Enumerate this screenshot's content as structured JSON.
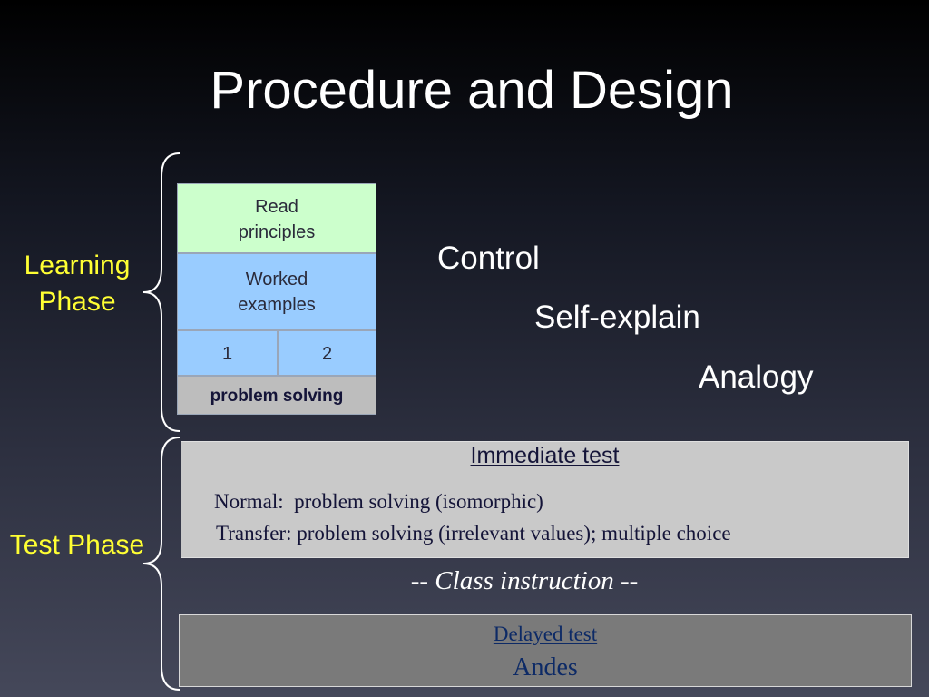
{
  "title": "Procedure and Design",
  "learning_phase": {
    "label": "Learning Phase",
    "read_principles": "Read principles",
    "worked_examples": "Worked examples",
    "group_1": "1",
    "group_2": "2",
    "problem_solving": "problem solving"
  },
  "conditions": {
    "control": "Control",
    "self_explain": "Self-explain",
    "analogy": "Analogy"
  },
  "test_phase": {
    "label": "Test Phase",
    "immediate_test": {
      "title": "Immediate test",
      "normal": "Normal:  problem solving (isomorphic)",
      "transfer": "Transfer: problem solving (irrelevant values); multiple choice"
    },
    "class_instruction": "-- Class instruction --",
    "delayed_test": {
      "title": "Delayed test",
      "subject": "Andes"
    }
  },
  "colors": {
    "phase_label": "#ffff33",
    "read_principles_bg": "#ccffcc",
    "worked_examples_bg": "#99ccff",
    "problem_solving_bg": "#bdbdbd",
    "immediate_test_bg": "#c9c9c9",
    "delayed_test_bg": "#7a7a7a"
  }
}
